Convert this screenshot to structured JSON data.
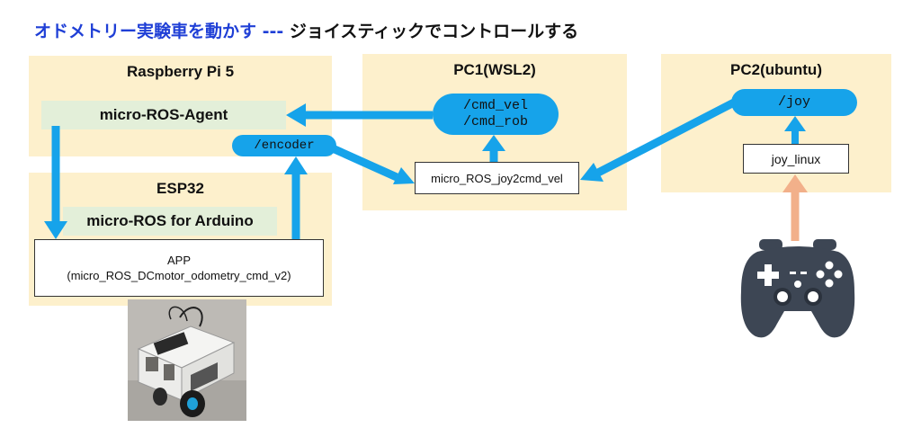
{
  "title": {
    "part1": "オドメトリー実験車を動かす ---",
    "part2": " ジョイスティックでコントロールする"
  },
  "panels": {
    "raspberry": {
      "title": "Raspberry Pi 5",
      "agent": "micro-ROS-Agent"
    },
    "esp32": {
      "title": "ESP32",
      "micro_ros": "micro-ROS for Arduino",
      "app_line1": "APP",
      "app_line2": "(micro_ROS_DCmotor_odometry_cmd_v2)"
    },
    "pc1": {
      "title": "PC1(WSL2)",
      "topic_line1": "/cmd_vel",
      "topic_line2": "/cmd_rob",
      "node": "micro_ROS_joy2cmd_vel"
    },
    "pc2": {
      "title": "PC2(ubuntu)",
      "topic": "/joy",
      "node": "joy_linux"
    }
  },
  "encoder_topic": "/encoder",
  "colors": {
    "panel": "#fdf0cc",
    "green": "#e3efd9",
    "topic": "#16a3ea",
    "arrow": "#16a3ea",
    "joy_arrow": "#f2b08a",
    "title_blue": "#1f3fd6",
    "controller": "#3d4654"
  },
  "images": {
    "robot": "odometry-robot-photo",
    "gamepad": "gamepad-illustration"
  }
}
